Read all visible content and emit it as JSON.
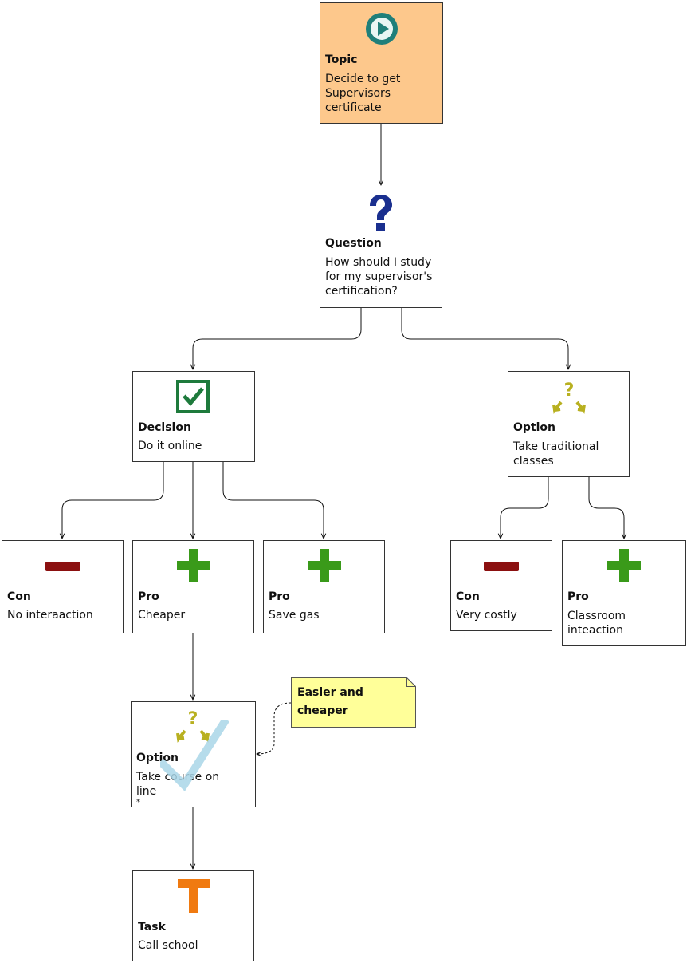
{
  "diagram": {
    "nodes": {
      "topic": {
        "type": "Topic",
        "text": "Decide to get\nSupervisors\ncertificate",
        "icon": "play-icon"
      },
      "question": {
        "type": "Question",
        "text": "How should I study\nfor my supervisor's\ncertification?",
        "icon": "question-mark-icon"
      },
      "decision": {
        "type": "Decision",
        "text": "Do it online",
        "icon": "checkbox-icon"
      },
      "option_traditional": {
        "type": "Option",
        "text": "Take traditional\nclasses",
        "icon": "option-arrows-icon"
      },
      "con_online": {
        "type": "Con",
        "text": "No interaaction",
        "icon": "minus-icon"
      },
      "pro_cheaper": {
        "type": "Pro",
        "text": "Cheaper",
        "icon": "plus-icon"
      },
      "pro_gas": {
        "type": "Pro",
        "text": "Save gas",
        "icon": "plus-icon"
      },
      "con_costly": {
        "type": "Con",
        "text": "Very costly",
        "icon": "minus-icon"
      },
      "pro_classroom": {
        "type": "Pro",
        "text": "Classroom\ninteaction",
        "icon": "plus-icon"
      },
      "option_online": {
        "type": "Option",
        "text": "Take course on\nline",
        "icon": "option-arrows-icon",
        "marker": "*"
      },
      "task": {
        "type": "Task",
        "text": "Call  school",
        "icon": "task-t-icon"
      }
    },
    "note": {
      "text": "Easier and\ncheaper"
    },
    "colors": {
      "topic_fill": "#fdc88c",
      "note_fill": "#ffff99",
      "plus_green": "#3a9a1a",
      "minus_red": "#8b1010",
      "question_blue": "#1a2f8f",
      "check_green": "#1e7a3c",
      "play_teal": "#1f7f7a",
      "option_olive": "#b8b020",
      "task_orange": "#f07a10",
      "check_overlay": "#a9d6e8"
    }
  }
}
